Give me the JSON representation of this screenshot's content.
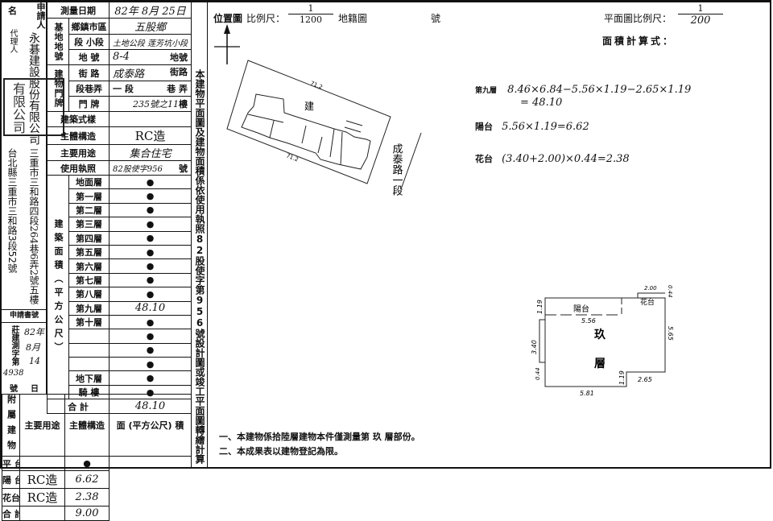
{
  "applicant": {
    "label_applicant": "申請人",
    "label_name": "名",
    "name": "永碁建設股份有限公司",
    "label_agent": "代理人",
    "address": "三重市三和路四段264巷6弄2號五樓",
    "stamp_text": "有限公司",
    "agent_address": "台北縣三重市三和路3段52號",
    "app_no_label": "申請書號",
    "survey_no_label": "莊建測字第",
    "survey_no": "4938",
    "survey_year": "82年",
    "survey_month": "8月",
    "survey_day": "14",
    "label_no": "號",
    "label_day": "日"
  },
  "survey_date": {
    "label": "測量日期",
    "value": "82年 8月 25日"
  },
  "land": {
    "group_label": "基地地號",
    "rows": [
      {
        "label": "鄉鎮市區",
        "value": "五股鄉",
        "suffix": ""
      },
      {
        "label": "段 小段",
        "value": "土地公段 莲芳坑小段",
        "suffix": ""
      },
      {
        "label": "地 號",
        "value": "8-4",
        "suffix": "地號"
      }
    ]
  },
  "door": {
    "group_label": "建物門牌",
    "rows": [
      {
        "label": "街 路",
        "value": "成泰路",
        "suffix": "街路"
      },
      {
        "label": "段巷弄",
        "value": "一 段",
        "suffix": "巷  弄"
      },
      {
        "label": "門 牌",
        "value": "235號之11",
        "suffix": "樓"
      }
    ]
  },
  "building": {
    "style_label": "建築式樣",
    "style_value": "",
    "structure_label": "主體構造",
    "structure_value": "RC造",
    "use_label": "主要用途",
    "use_value": "集合住宅",
    "permit_label": "使用執照",
    "permit_value": "82股使字956",
    "permit_suffix": "號"
  },
  "area": {
    "group_label": "建築面積（平方公尺）",
    "floors": [
      {
        "label": "地面層",
        "value": "●"
      },
      {
        "label": "第一層",
        "value": "●"
      },
      {
        "label": "第二層",
        "value": "●"
      },
      {
        "label": "第三層",
        "value": "●"
      },
      {
        "label": "第四層",
        "value": "●"
      },
      {
        "label": "第五層",
        "value": "●"
      },
      {
        "label": "第六層",
        "value": "●"
      },
      {
        "label": "第七層",
        "value": "●"
      },
      {
        "label": "第八層",
        "value": "●"
      },
      {
        "label": "第九層",
        "value": "48.10"
      },
      {
        "label": "第十層",
        "value": "●"
      },
      {
        "label": "",
        "value": "●"
      },
      {
        "label": "",
        "value": "●"
      },
      {
        "label": "",
        "value": "●"
      },
      {
        "label": "地下層",
        "value": "●"
      },
      {
        "label": "騎 樓",
        "value": "●"
      }
    ],
    "total_label": "合 計",
    "total_value": "48.10"
  },
  "annex": {
    "group_label": "附屬建物",
    "headers": [
      "主要用途",
      "主體構造",
      "面 (平方公尺) 積"
    ],
    "rows": [
      {
        "use": "平 台",
        "structure": "",
        "area": "●"
      },
      {
        "use": "陽 台",
        "structure": "RC造",
        "area": "6.62"
      },
      {
        "use": "花台",
        "structure": "RC造",
        "area": "2.38"
      },
      {
        "use": "合 計",
        "structure": "",
        "area": "9.00"
      }
    ]
  },
  "side_note": "本建物平面圖及建物面積係依使用執照82股使字第956號設計圖或竣工平面圖轉繪計算",
  "location": {
    "label": "位置圖",
    "scale_label": "比例尺：",
    "scale_num": "1",
    "scale_den": "1200",
    "cadastral_label": "地籍圖",
    "no_label": "號",
    "lot_label": "建",
    "road_label": "成泰路一段",
    "dim_top": "71.2",
    "dim_bottom": "71.2"
  },
  "plan": {
    "scale_label": "平面圖比例尺：",
    "scale_num": "1",
    "scale_den": "200",
    "calc_label": "面積計算式：",
    "calcs": [
      {
        "label": "第九層",
        "expr": "8.46×6.84−5.56×1.19−2.65×1.19",
        "result": "= 48.10"
      },
      {
        "label": "陽台",
        "expr": "5.56×1.19=6.62",
        "result": ""
      },
      {
        "label": "花台",
        "expr": "(3.40+2.00)×0.44=2.38",
        "result": ""
      }
    ],
    "floor_label_1": "玖",
    "floor_label_2": "層",
    "balcony_label": "陽台",
    "planter_label": "花台",
    "dims": {
      "balcony_w": "5.56",
      "left_top": "1.19",
      "planter_left": "3.40",
      "left_bottom": "0.44",
      "right": "5.65",
      "notch_h": "1.19",
      "notch_w": "2.65",
      "bottom": "5.81",
      "planter_top": "2.00",
      "planter_right": "0.44"
    }
  },
  "notes": [
    "一、本建物係拾陸層建物本件僅測量第 玖 層部份。",
    "二、本成果表以建物登記為限。"
  ]
}
